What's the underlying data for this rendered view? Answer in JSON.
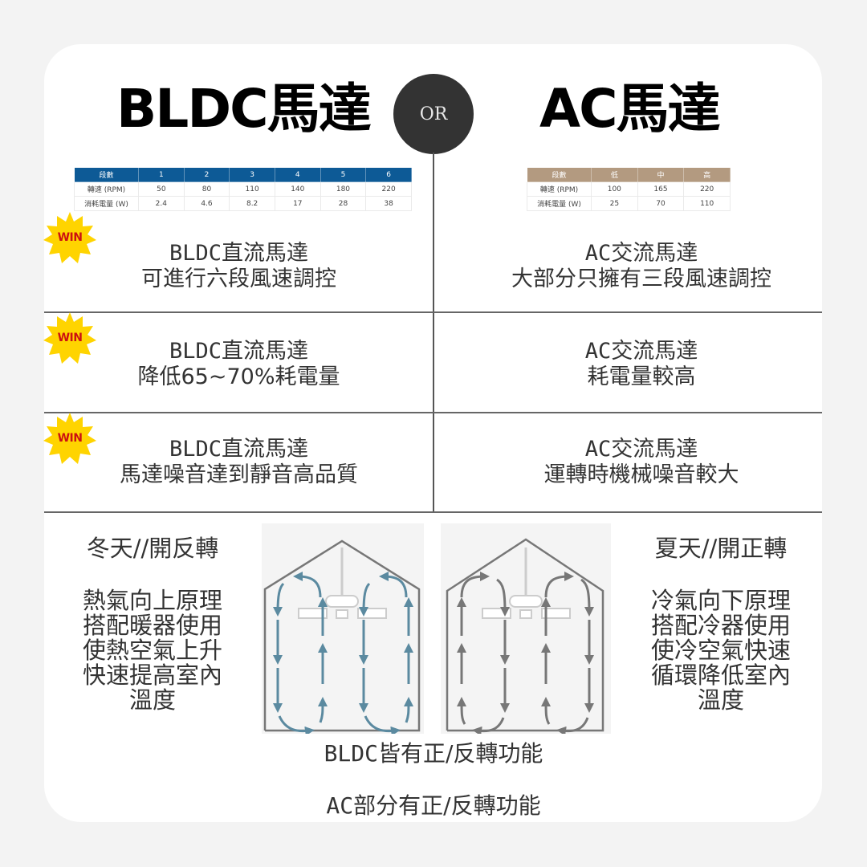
{
  "header": {
    "left_title": "BLDC馬達",
    "or_label": "OR",
    "right_title": "AC馬達"
  },
  "bldc_table": {
    "header_color": "#0d5a96",
    "header": [
      "段數",
      "1",
      "2",
      "3",
      "4",
      "5",
      "6"
    ],
    "rows": [
      [
        "轉速 (RPM)",
        "50",
        "80",
        "110",
        "140",
        "180",
        "220"
      ],
      [
        "消耗電量 (W)",
        "2.4",
        "4.6",
        "8.2",
        "17",
        "28",
        "38"
      ]
    ]
  },
  "ac_table": {
    "header_color": "#b39a80",
    "header": [
      "段數",
      "低",
      "中",
      "高"
    ],
    "rows": [
      [
        "轉速 (RPM)",
        "100",
        "165",
        "220"
      ],
      [
        "消耗電量 (W)",
        "25",
        "70",
        "110"
      ]
    ]
  },
  "win_badge": {
    "label": "WIN",
    "fill": "#ffd400",
    "text_color": "#cc1111"
  },
  "comparisons": [
    {
      "bldc": {
        "line1_prefix": "BLDC",
        "line1_rest": "直流馬達",
        "line2": "可進行六段風速調控"
      },
      "ac": {
        "line1_prefix": "AC",
        "line1_rest": "交流馬達",
        "line2": "大部分只擁有三段風速調控"
      }
    },
    {
      "bldc": {
        "line1_prefix": "BLDC",
        "line1_rest": "直流馬達",
        "line2": "降低65~70%耗電量"
      },
      "ac": {
        "line1_prefix": "AC",
        "line1_rest": "交流馬達",
        "line2": "耗電量較高"
      }
    },
    {
      "bldc": {
        "line1_prefix": "BLDC",
        "line1_rest": "直流馬達",
        "line2": "馬達噪音達到靜音高品質"
      },
      "ac": {
        "line1_prefix": "AC",
        "line1_rest": "交流馬達",
        "line2": "運轉時機械噪音較大"
      }
    }
  ],
  "winter": {
    "heading": "冬天//開反轉",
    "lines": [
      "熱氣向上原理",
      "搭配暖器使用",
      "使熱空氣上升",
      "快速提高室內",
      "溫度"
    ],
    "arrow_color": "#5b8aa0"
  },
  "summer": {
    "heading": "夏天//開正轉",
    "lines": [
      "冷氣向下原理",
      "搭配冷器使用",
      "使冷空氣快速",
      "循環降低室內",
      "溫度"
    ],
    "arrow_color": "#777777"
  },
  "footer": {
    "bldc_prefix": "BLDC",
    "bldc_rest": "皆有正/反轉功能",
    "ac_prefix": "AC",
    "ac_rest": "部分有正/反轉功能"
  }
}
